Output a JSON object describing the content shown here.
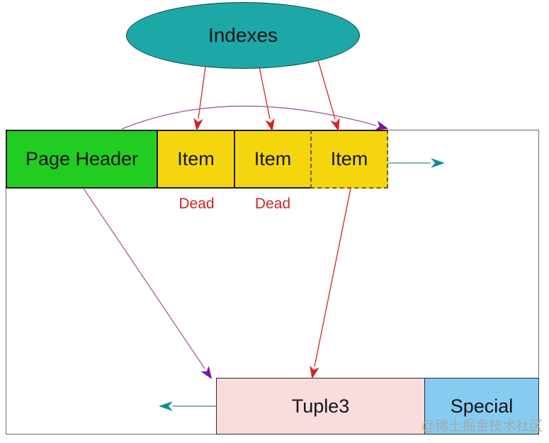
{
  "diagram": {
    "indexes": {
      "label": "Indexes"
    },
    "page": {
      "header": {
        "label": "Page Header"
      },
      "items": [
        {
          "label": "Item"
        },
        {
          "label": "Item"
        },
        {
          "label": "Item"
        }
      ],
      "dead": [
        "Dead",
        "Dead"
      ],
      "tuple": {
        "label": "Tuple3"
      },
      "special": {
        "label": "Special"
      }
    },
    "watermark": {
      "text": "@稀土掘金技术社区"
    },
    "edges": [
      {
        "from": "indexes",
        "to": "item-1",
        "style": "red-arrow"
      },
      {
        "from": "indexes",
        "to": "item-2",
        "style": "red-arrow"
      },
      {
        "from": "indexes",
        "to": "item-3",
        "style": "red-arrow"
      },
      {
        "from": "item-3",
        "to": "tuple3",
        "style": "red-arrow"
      },
      {
        "from": "page-header",
        "to": "tuple3",
        "style": "purple-arrow"
      },
      {
        "from": "page-header",
        "to": "item-3-corner",
        "style": "purple-arc-arrow"
      },
      {
        "from": "item-3",
        "to": "free-space-right",
        "style": "teal-arrow"
      },
      {
        "from": "tuple3",
        "to": "free-space-left",
        "style": "teal-arrow"
      }
    ],
    "colors": {
      "ellipse_fill": "#1EA7A7",
      "page_header_fill": "#22CD22",
      "item_fill": "#F5D60E",
      "item_dashed_border": "#6e5f1e",
      "tuple_fill": "#FADCDE",
      "special_fill": "#86CCF1",
      "dead_text": "#D42222",
      "index_arrow": "#D92121",
      "redirect_arrow_line": "#A25AA2",
      "redirect_arrow_head": "#7D0EA8",
      "free_space_arrow": "#0E8F8F",
      "box_border": "#6b6b6b"
    }
  }
}
